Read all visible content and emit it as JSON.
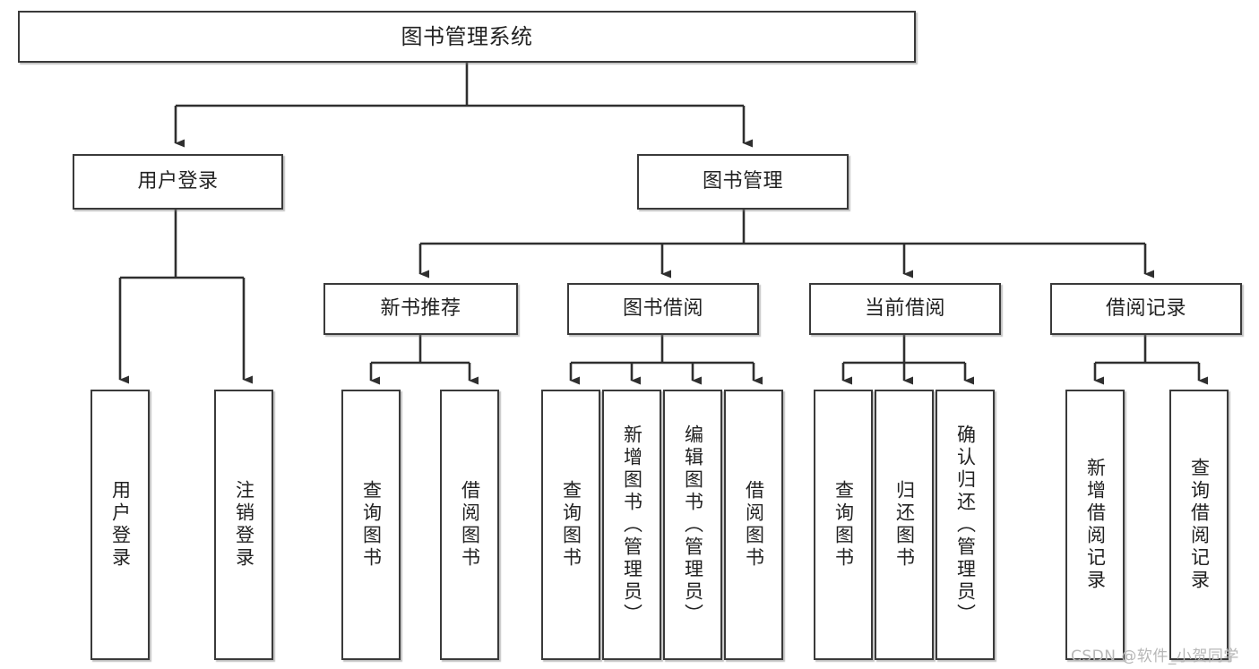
{
  "diagram": {
    "title": "图书管理系统",
    "type": "tree-hierarchy-chart",
    "watermark": "CSDN @软件_小贺同学",
    "colors": {
      "box_border": "#3a3a3a",
      "box_fill": "#ffffff",
      "connector": "#2f2f2f",
      "text": "#222222",
      "watermark": "#b7b7b7",
      "background": "#ffffff"
    },
    "levels": {
      "level1": [
        {
          "id": "root",
          "label": "图书管理系统",
          "orientation": "horizontal"
        }
      ],
      "level2": [
        {
          "id": "user-login",
          "label": "用户登录",
          "orientation": "horizontal"
        },
        {
          "id": "book-management",
          "label": "图书管理",
          "orientation": "horizontal"
        }
      ],
      "level3": [
        {
          "id": "new-book-recommend",
          "label": "新书推荐",
          "orientation": "horizontal"
        },
        {
          "id": "book-borrow",
          "label": "图书借阅",
          "orientation": "horizontal"
        },
        {
          "id": "current-borrow",
          "label": "当前借阅",
          "orientation": "horizontal"
        },
        {
          "id": "borrow-record",
          "label": "借阅记录",
          "orientation": "horizontal"
        }
      ],
      "level4": [
        {
          "id": "leaf-user-login",
          "label": "用户登录",
          "parent": "user-login",
          "orientation": "vertical"
        },
        {
          "id": "leaf-logout",
          "label": "注销登录",
          "parent": "user-login",
          "orientation": "vertical"
        },
        {
          "id": "leaf-query-book-1",
          "label": "查询图书",
          "parent": "new-book-recommend",
          "orientation": "vertical"
        },
        {
          "id": "leaf-borrow-book-1",
          "label": "借阅图书",
          "parent": "new-book-recommend",
          "orientation": "vertical"
        },
        {
          "id": "leaf-query-book-2",
          "label": "查询图书",
          "parent": "book-borrow",
          "orientation": "vertical"
        },
        {
          "id": "leaf-add-book",
          "label": "新增图书（管理员）",
          "parent": "book-borrow",
          "orientation": "vertical"
        },
        {
          "id": "leaf-edit-book",
          "label": "编辑图书（管理员）",
          "parent": "book-borrow",
          "orientation": "vertical"
        },
        {
          "id": "leaf-borrow-book-2",
          "label": "借阅图书",
          "parent": "book-borrow",
          "orientation": "vertical"
        },
        {
          "id": "leaf-query-book-3",
          "label": "查询图书",
          "parent": "current-borrow",
          "orientation": "vertical"
        },
        {
          "id": "leaf-return-book",
          "label": "归还图书",
          "parent": "current-borrow",
          "orientation": "vertical"
        },
        {
          "id": "leaf-confirm-return",
          "label": "确认归还（管理员）",
          "parent": "current-borrow",
          "orientation": "vertical"
        },
        {
          "id": "leaf-add-record",
          "label": "新增借阅记录",
          "parent": "borrow-record",
          "orientation": "vertical"
        },
        {
          "id": "leaf-query-record",
          "label": "查询借阅记录",
          "parent": "borrow-record",
          "orientation": "vertical"
        }
      ]
    },
    "edges": [
      {
        "from": "root",
        "to": "user-login"
      },
      {
        "from": "root",
        "to": "book-management"
      },
      {
        "from": "user-login",
        "to": "leaf-user-login"
      },
      {
        "from": "user-login",
        "to": "leaf-logout"
      },
      {
        "from": "book-management",
        "to": "new-book-recommend"
      },
      {
        "from": "book-management",
        "to": "book-borrow"
      },
      {
        "from": "book-management",
        "to": "current-borrow"
      },
      {
        "from": "book-management",
        "to": "borrow-record"
      },
      {
        "from": "new-book-recommend",
        "to": "leaf-query-book-1"
      },
      {
        "from": "new-book-recommend",
        "to": "leaf-borrow-book-1"
      },
      {
        "from": "book-borrow",
        "to": "leaf-query-book-2"
      },
      {
        "from": "book-borrow",
        "to": "leaf-add-book"
      },
      {
        "from": "book-borrow",
        "to": "leaf-edit-book"
      },
      {
        "from": "book-borrow",
        "to": "leaf-borrow-book-2"
      },
      {
        "from": "current-borrow",
        "to": "leaf-query-book-3"
      },
      {
        "from": "current-borrow",
        "to": "leaf-return-book"
      },
      {
        "from": "current-borrow",
        "to": "leaf-confirm-return"
      },
      {
        "from": "borrow-record",
        "to": "leaf-add-record"
      },
      {
        "from": "borrow-record",
        "to": "leaf-query-record"
      }
    ]
  }
}
